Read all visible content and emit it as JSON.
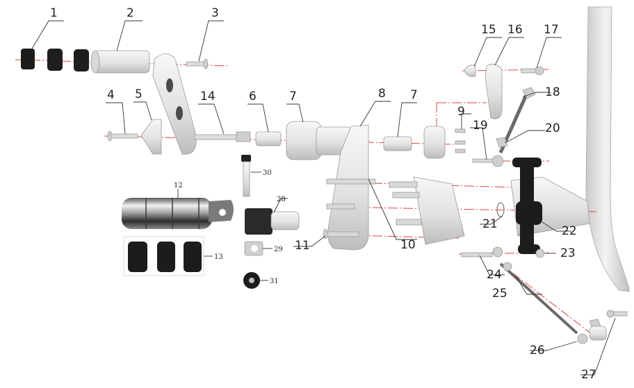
{
  "diagram": {
    "callouts": [
      {
        "id": "1",
        "label": "1"
      },
      {
        "id": "2",
        "label": "2"
      },
      {
        "id": "3",
        "label": "3"
      },
      {
        "id": "4",
        "label": "4"
      },
      {
        "id": "5",
        "label": "5"
      },
      {
        "id": "6",
        "label": "6"
      },
      {
        "id": "7a",
        "label": "7"
      },
      {
        "id": "7b",
        "label": "7"
      },
      {
        "id": "8",
        "label": "8"
      },
      {
        "id": "9",
        "label": "9"
      },
      {
        "id": "10",
        "label": "10"
      },
      {
        "id": "11",
        "label": "11"
      },
      {
        "id": "12",
        "label": "12"
      },
      {
        "id": "13",
        "label": "13"
      },
      {
        "id": "14",
        "label": "14"
      },
      {
        "id": "15",
        "label": "15"
      },
      {
        "id": "16",
        "label": "16"
      },
      {
        "id": "17",
        "label": "17"
      },
      {
        "id": "18",
        "label": "18"
      },
      {
        "id": "19",
        "label": "19"
      },
      {
        "id": "20",
        "label": "20"
      },
      {
        "id": "21",
        "label": "21"
      },
      {
        "id": "22",
        "label": "22"
      },
      {
        "id": "23",
        "label": "23"
      },
      {
        "id": "24",
        "label": "24"
      },
      {
        "id": "25",
        "label": "25"
      },
      {
        "id": "26",
        "label": "26"
      },
      {
        "id": "27",
        "label": "27"
      },
      {
        "id": "28",
        "label": "28"
      },
      {
        "id": "29",
        "label": "29"
      },
      {
        "id": "30",
        "label": "30"
      },
      {
        "id": "31",
        "label": "31"
      }
    ],
    "colors": {
      "axis_line": "#e04040",
      "part_silver": "#e6e6e6",
      "part_dark": "#1c1c1c",
      "chrome": "#b8b8b8",
      "frame_tube": "#dcdcdc"
    }
  }
}
